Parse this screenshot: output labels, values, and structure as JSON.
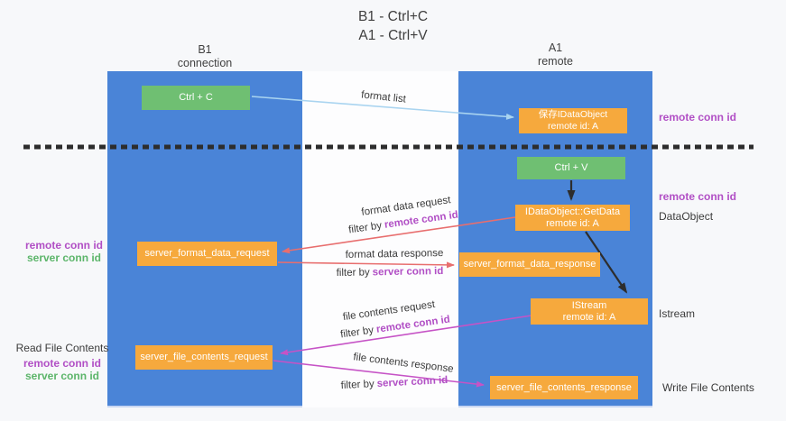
{
  "title": {
    "line1": "B1 - Ctrl+C",
    "line2": "A1 - Ctrl+V"
  },
  "columns": {
    "left": {
      "name_line": "B1",
      "role_line": "connection"
    },
    "right": {
      "name_line": "A1",
      "role_line": "remote"
    }
  },
  "boxes": {
    "ctrl_c": "Ctrl + C",
    "ctrl_v": "Ctrl + V",
    "save_dataobject_line1": "保存IDataObject",
    "save_dataobject_line2": "remote id: A",
    "getdata_line1": "IDataObject::GetData",
    "getdata_line2": "remote id: A",
    "istream_line1": "IStream",
    "istream_line2": "remote id: A",
    "format_request": "server_format_data_request",
    "format_response": "server_format_data_response",
    "file_request": "server_file_contents_request",
    "file_response": "server_file_contents_response"
  },
  "right_labels": {
    "remote_conn_1": "remote conn id",
    "remote_conn_2": "remote conn id",
    "dataobject": "DataObject",
    "istream": "Istream",
    "write_file": "Write File Contents"
  },
  "left_labels": {
    "remote_conn_1": "remote conn id",
    "server_conn_1": "server conn id",
    "read_file": "Read File Contents",
    "remote_conn_2": "remote conn id",
    "server_conn_2": "server conn id"
  },
  "arrow_labels": {
    "format_list": "format list",
    "format_data_request": "format data request",
    "format_data_response": "format data response",
    "file_contents_request": "file contents request",
    "file_contents_response": "file contents response",
    "filter_prefix": "filter by",
    "remote_conn_id": "remote conn id",
    "server_conn_id": "server conn id"
  },
  "colors": {
    "column_blue": "#4A84D7",
    "box_green": "#6FBF72",
    "box_orange": "#F6A93D",
    "arrow_light_blue": "#A9D4F0",
    "arrow_red": "#E86E6E",
    "arrow_magenta": "#C653C6",
    "arrow_black": "#2D2D2D",
    "conn_id_purple": "#B14FC5",
    "conn_id_green": "#5CB56A"
  }
}
